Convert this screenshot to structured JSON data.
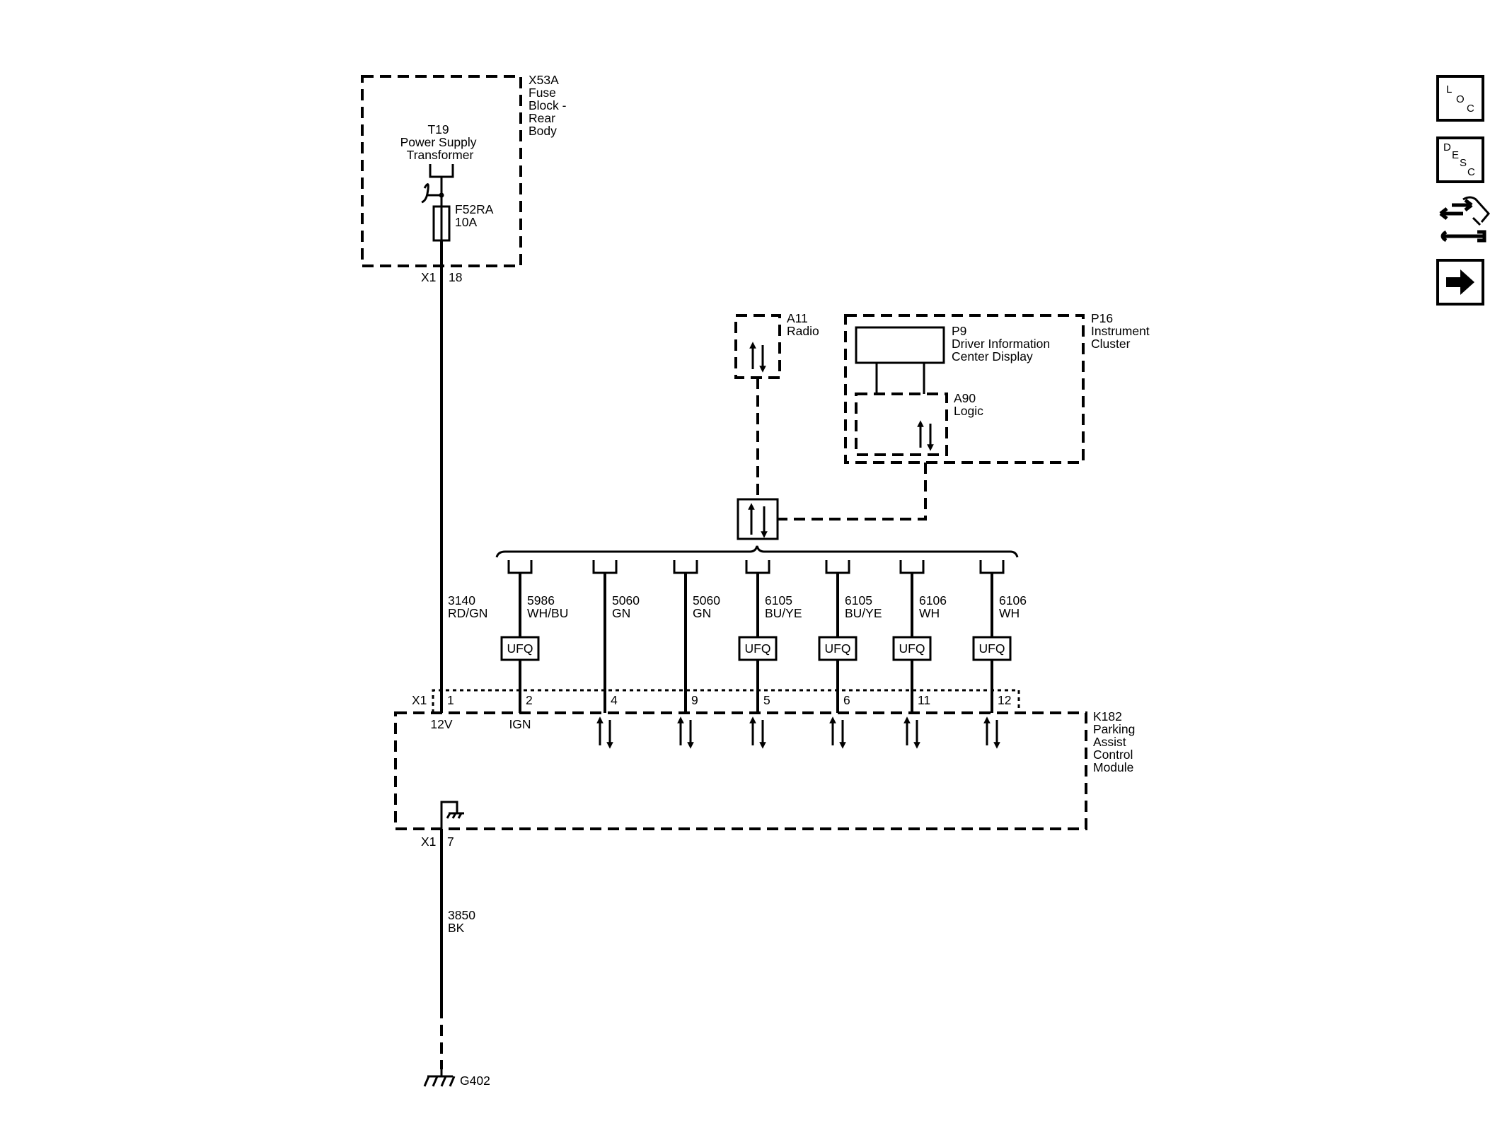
{
  "components": {
    "fuse_block": {
      "lines": [
        "X53A",
        "Fuse",
        "Block -",
        "Rear",
        "Body"
      ]
    },
    "transformer": {
      "lines": [
        "T19",
        "Power Supply",
        "Transformer"
      ]
    },
    "fuse": {
      "lines": [
        "F52RA",
        "10A"
      ]
    },
    "radio": {
      "lines": [
        "A11",
        "Radio"
      ]
    },
    "cluster": {
      "lines": [
        "P16",
        "Instrument",
        "Cluster"
      ]
    },
    "dic_display": {
      "lines": [
        "P9",
        "Driver Information",
        "Center Display"
      ]
    },
    "logic": {
      "lines": [
        "A90",
        "Logic"
      ]
    },
    "module": {
      "lines": [
        "K182",
        "Parking",
        "Assist",
        "Control",
        "Module"
      ]
    },
    "ground": {
      "label": "G402"
    }
  },
  "connectors": {
    "fuse_out": {
      "name": "X1",
      "pin": "18"
    },
    "module_in": {
      "name": "X1"
    },
    "module_gnd": {
      "name": "X1",
      "pin": "7"
    }
  },
  "wires": {
    "power": {
      "circuit": "3140",
      "color": "RD/GN"
    },
    "ground": {
      "circuit": "3850",
      "color": "BK"
    }
  },
  "module_pins": [
    {
      "pin": "1",
      "label": "12V"
    },
    {
      "pin": "2",
      "label": "IGN",
      "circuit": "5986",
      "color": "WH/BU",
      "splice": "UFQ"
    },
    {
      "pin": "4",
      "circuit": "5060",
      "color": "GN"
    },
    {
      "pin": "9",
      "circuit": "5060",
      "color": "GN"
    },
    {
      "pin": "5",
      "circuit": "6105",
      "color": "BU/YE",
      "splice": "UFQ"
    },
    {
      "pin": "6",
      "circuit": "6105",
      "color": "BU/YE",
      "splice": "UFQ"
    },
    {
      "pin": "11",
      "circuit": "6106",
      "color": "WH",
      "splice": "UFQ"
    },
    {
      "pin": "12",
      "circuit": "6106",
      "color": "WH",
      "splice": "UFQ"
    }
  ],
  "nav_buttons": [
    {
      "name": "loc",
      "letters": [
        "L",
        "O",
        "C"
      ]
    },
    {
      "name": "desc",
      "letters": [
        "D",
        "E",
        "S",
        "C"
      ]
    },
    {
      "name": "connector-repair"
    },
    {
      "name": "next"
    }
  ]
}
